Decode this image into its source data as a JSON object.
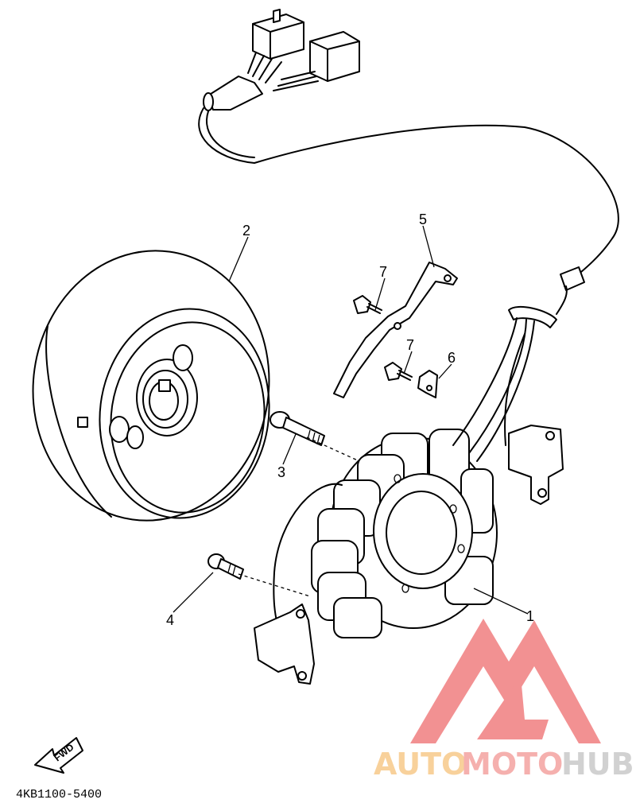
{
  "callouts": [
    {
      "id": "1",
      "label": "1"
    },
    {
      "id": "2",
      "label": "2"
    },
    {
      "id": "3",
      "label": "3"
    },
    {
      "id": "4",
      "label": "4"
    },
    {
      "id": "5",
      "label": "5"
    },
    {
      "id": "6",
      "label": "6"
    },
    {
      "id": "7a",
      "label": "7"
    },
    {
      "id": "7b",
      "label": "7"
    }
  ],
  "fwd_label": "FWD",
  "part_number": "4KB1100-5400",
  "watermark": {
    "auto": "AUTO",
    "moto": "MOTO",
    "hub": "HUB",
    "colors": {
      "auto": "#f7c98a",
      "moto": "#f4a3a0",
      "hub": "#c9c9c9",
      "logo": "#f07e80"
    }
  }
}
